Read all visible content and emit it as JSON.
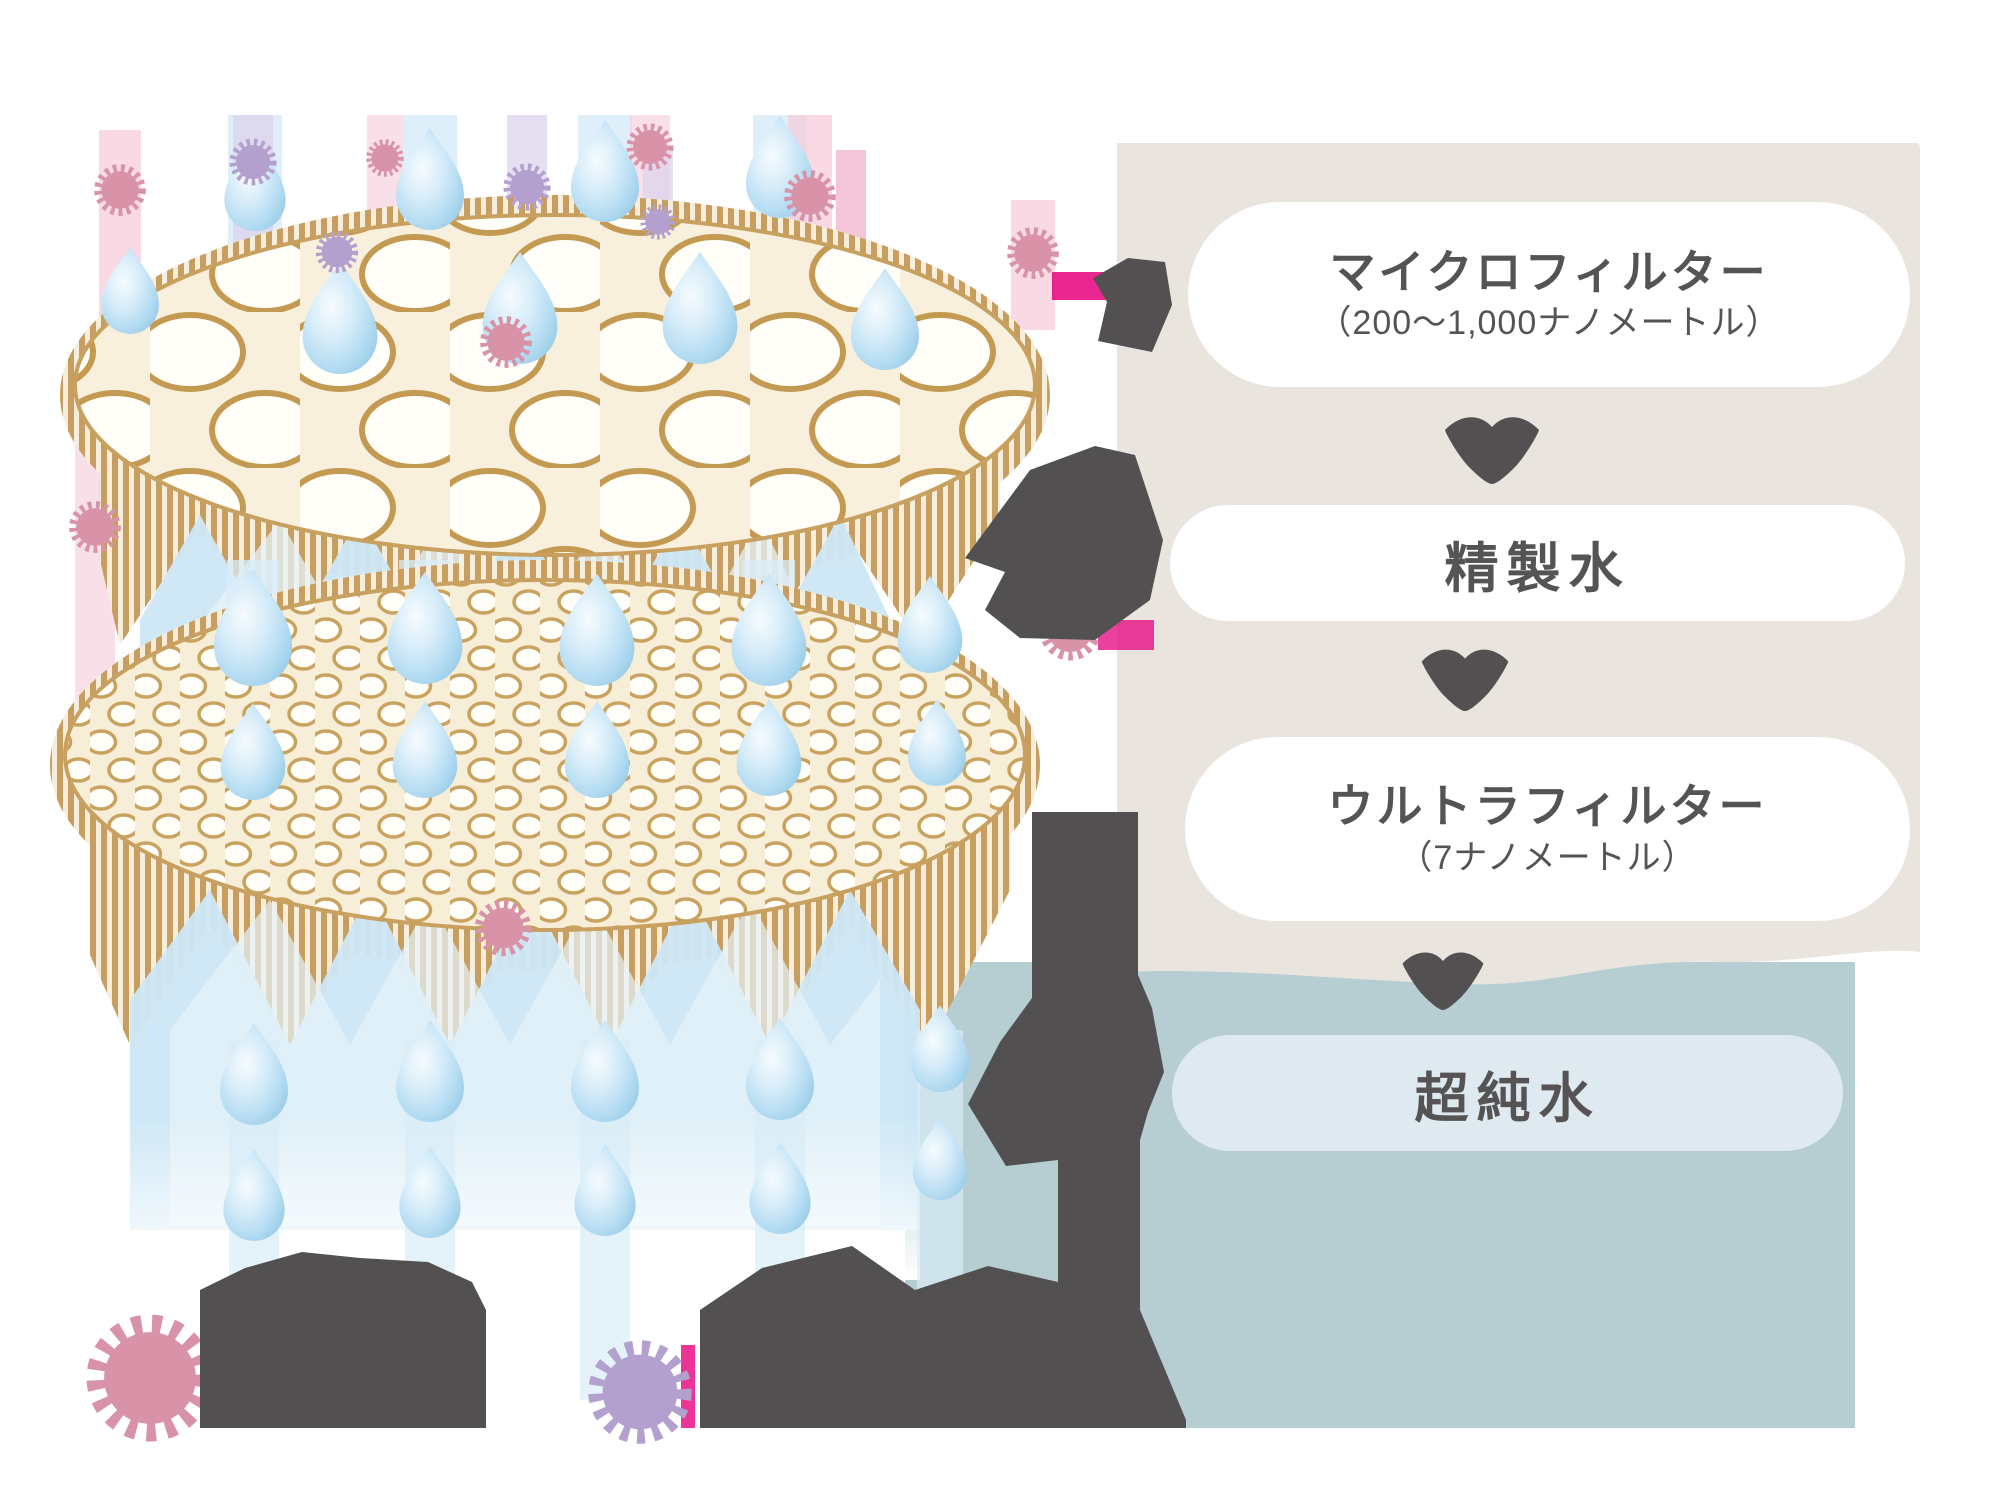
{
  "diagram": {
    "type": "water-filtration-process",
    "labels": {
      "microfilter": {
        "title": "マイクロフィルター",
        "size": "（200〜1,000ナノメートル）"
      },
      "purified_water": {
        "title": "精製水"
      },
      "ultrafilter": {
        "title": "ウルトラフィルター",
        "size": "（7ナノメートル）"
      },
      "ultrapure_water": {
        "title": "超純水"
      }
    },
    "colors": {
      "panel_beige": "#eae4df",
      "panel_teal": "#b6ced1",
      "pill_white": "#ffffff",
      "pill_light_blue": "#dfeaf0",
      "text_gray": "#565354",
      "arrow_gray": "#525051",
      "droplet_blue": "#aed6ee",
      "water_band_blue": "#cde7f6",
      "filter_tan": "#c79e60",
      "filter_cream": "#f8f0dc",
      "particle_pink": "#d993a8",
      "particle_purple": "#b3a0ce",
      "accent_magenta": "#e6007e"
    }
  }
}
